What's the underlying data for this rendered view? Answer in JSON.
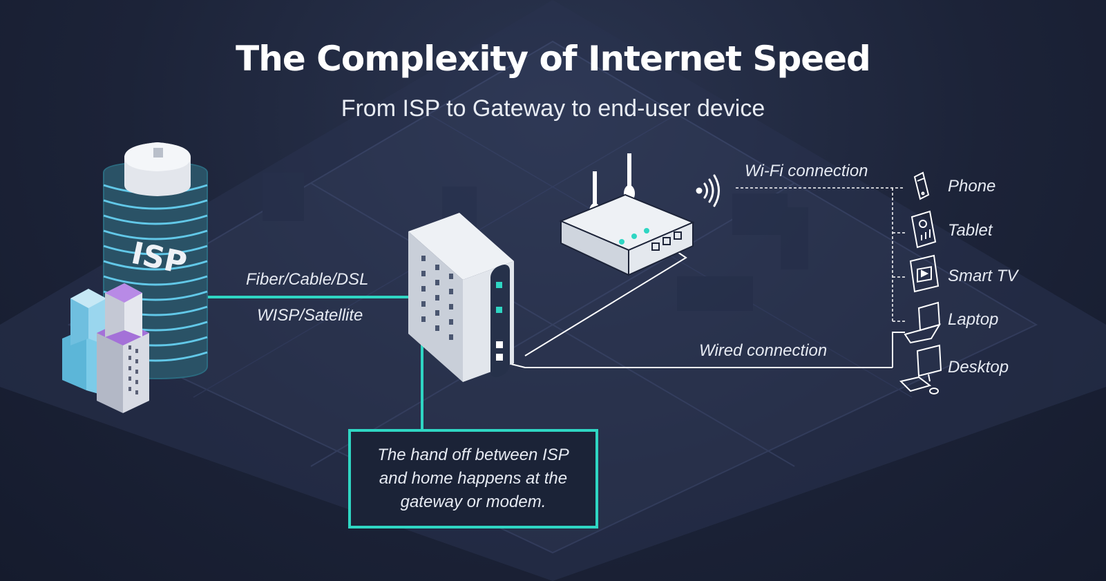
{
  "header": {
    "title": "The Complexity of Internet Speed",
    "subtitle": "From ISP to Gateway to end-user device"
  },
  "isp": {
    "label": "ISP"
  },
  "links": {
    "upstream_line1": "Fiber/Cable/DSL",
    "upstream_line2": "WISP/Satellite",
    "wifi": "Wi-Fi connection",
    "wired": "Wired connection"
  },
  "devices": [
    {
      "label": "Phone",
      "icon": "phone-icon"
    },
    {
      "label": "Tablet",
      "icon": "tablet-icon"
    },
    {
      "label": "Smart TV",
      "icon": "smart-tv-icon"
    },
    {
      "label": "Laptop",
      "icon": "laptop-icon"
    },
    {
      "label": "Desktop",
      "icon": "desktop-icon"
    }
  ],
  "callout": {
    "text": "The hand off between ISP and home happens at the gateway or modem."
  },
  "colors": {
    "accent": "#2fd6c3",
    "background": "#1a2135",
    "text": "#e6eaf2",
    "building_blue": "#6fc3e4",
    "building_purple": "#a471d8"
  }
}
